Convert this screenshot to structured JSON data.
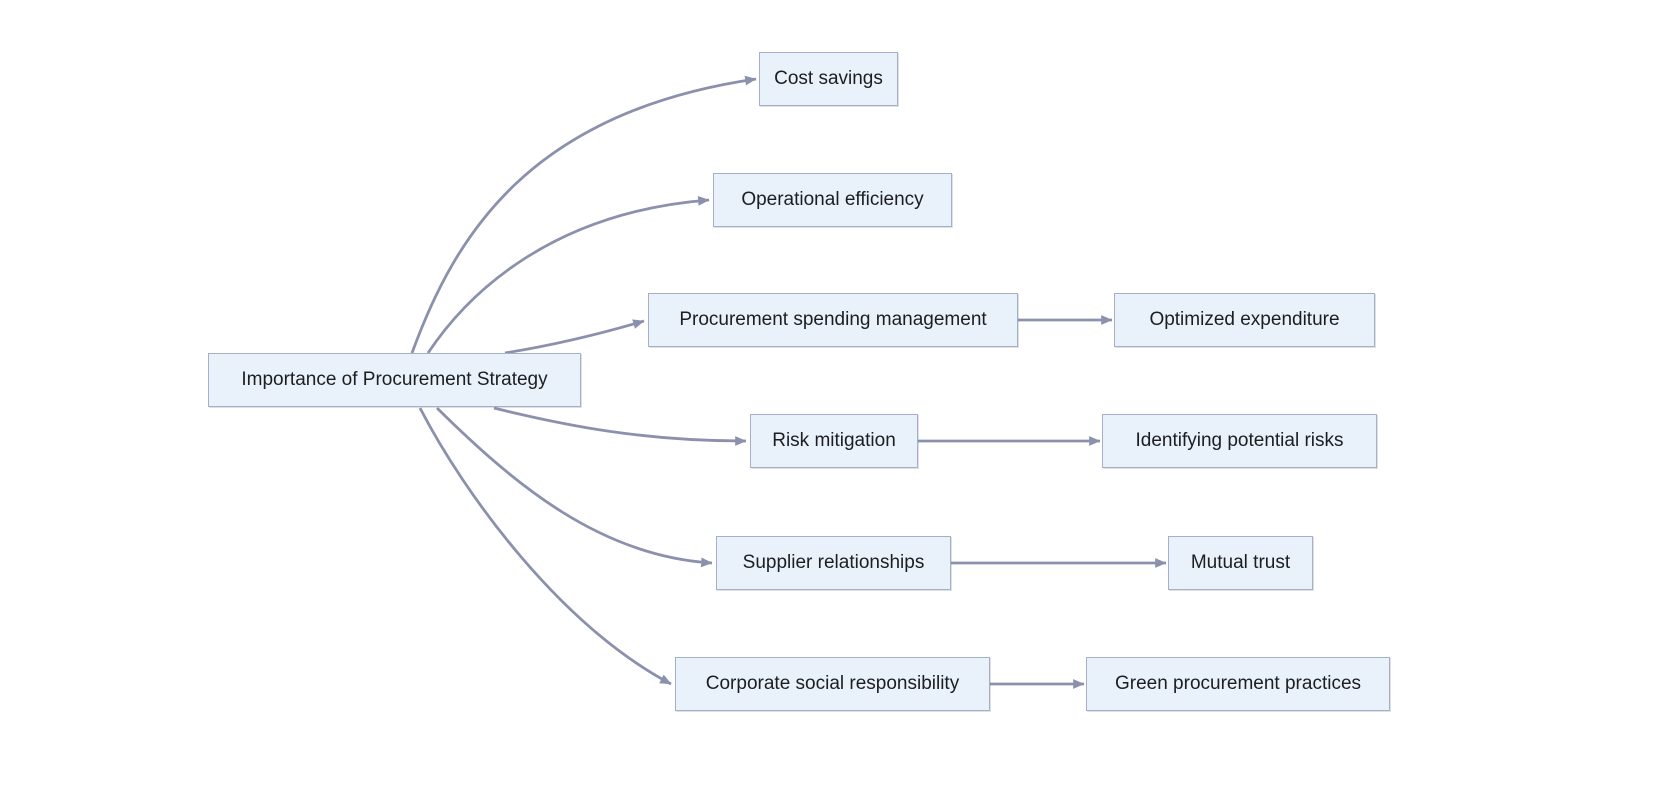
{
  "colors": {
    "background": "#ffffff",
    "node_fill": "#e9f2fa",
    "node_border": "#a7afc4",
    "edge": "#8b91ac",
    "text": "#1c1e21"
  },
  "diagram": {
    "type": "flowchart-left-to-right",
    "root": {
      "label": "Importance of Procurement Strategy"
    },
    "branches": [
      {
        "label": "Cost savings"
      },
      {
        "label": "Operational efficiency"
      },
      {
        "label": "Procurement spending management",
        "child": {
          "label": "Optimized expenditure"
        }
      },
      {
        "label": "Risk mitigation",
        "child": {
          "label": "Identifying potential risks"
        }
      },
      {
        "label": "Supplier relationships",
        "child": {
          "label": "Mutual trust"
        }
      },
      {
        "label": "Corporate social responsibility",
        "child": {
          "label": "Green procurement practices"
        }
      }
    ]
  }
}
